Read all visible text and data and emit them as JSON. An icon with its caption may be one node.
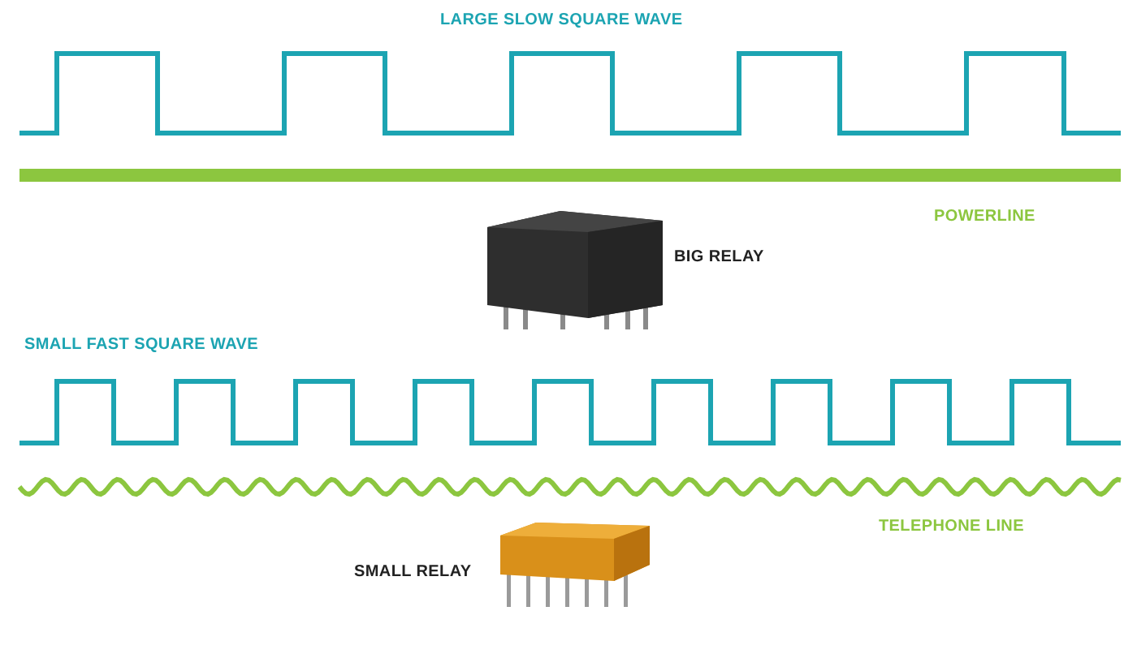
{
  "diagram": {
    "labels": [
      "LARGE SLOW SQUARE WAVE",
      "POWERLINE",
      "BIG RELAY",
      "SMALL FAST SQUARE WAVE",
      "TELEPHONE LINE",
      "SMALL RELAY"
    ]
  }
}
